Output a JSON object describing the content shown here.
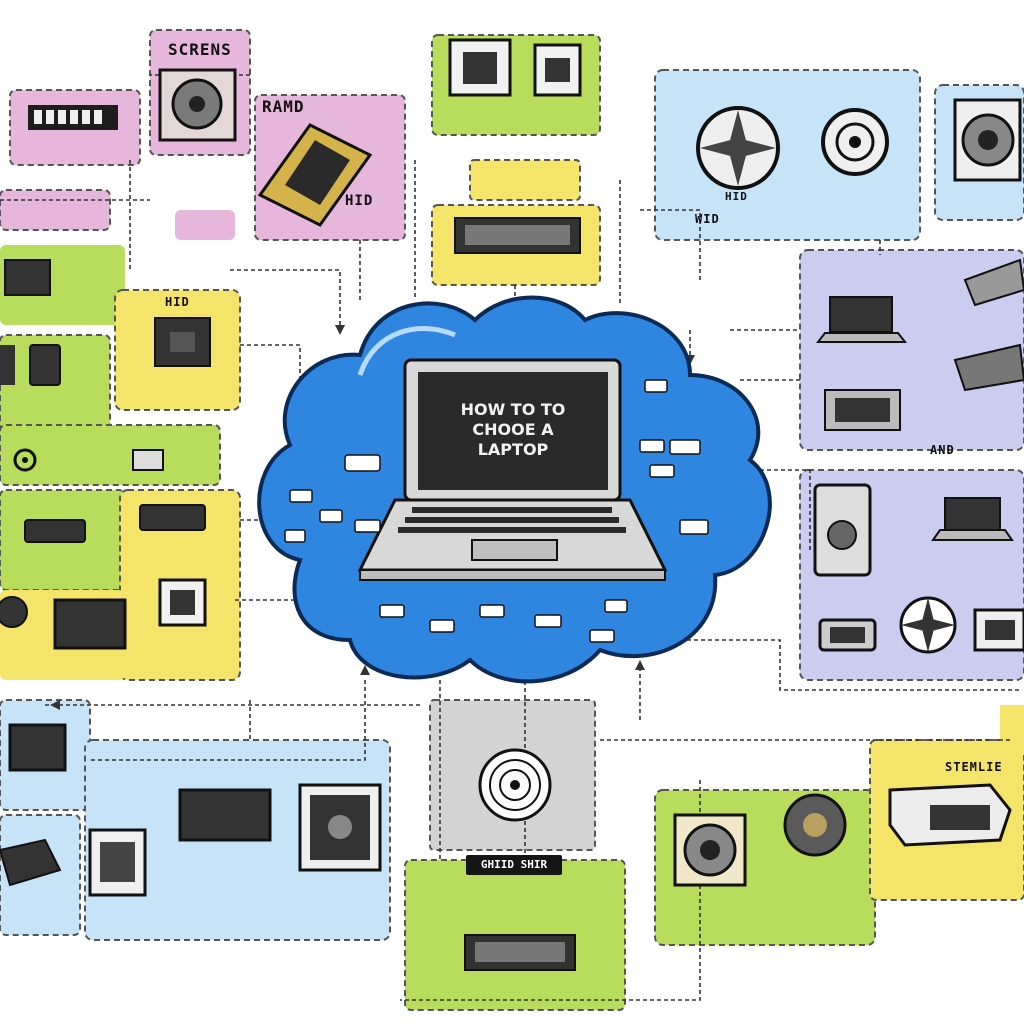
{
  "diagram": {
    "center_title_lines": [
      "HOW TO TO",
      "CHOOE A",
      "LAPTOP"
    ],
    "labels": {
      "screens": "SCRENS",
      "ram": "RAMD",
      "hid_top": "HID",
      "hid_left": "HID",
      "wid": "WID",
      "hid_right": "HID",
      "and": "AND",
      "sound_stor": "GHIID SHIR",
      "storage": "STEMLIE"
    }
  },
  "colors": {
    "cloud": "#2f86e0",
    "pink": "#e6b6db",
    "yellow": "#f5e46a",
    "green": "#b8dc5c",
    "light_blue": "#c6e3f7",
    "lavender": "#cbcdf0",
    "gray": "#d3d3d3"
  },
  "icons": [
    "monitor-icon",
    "laptop-icon",
    "fan-icon",
    "chip-icon",
    "ram-stick-icon",
    "drive-icon",
    "speaker-icon",
    "gear-icon",
    "phone-icon",
    "projector-icon"
  ]
}
